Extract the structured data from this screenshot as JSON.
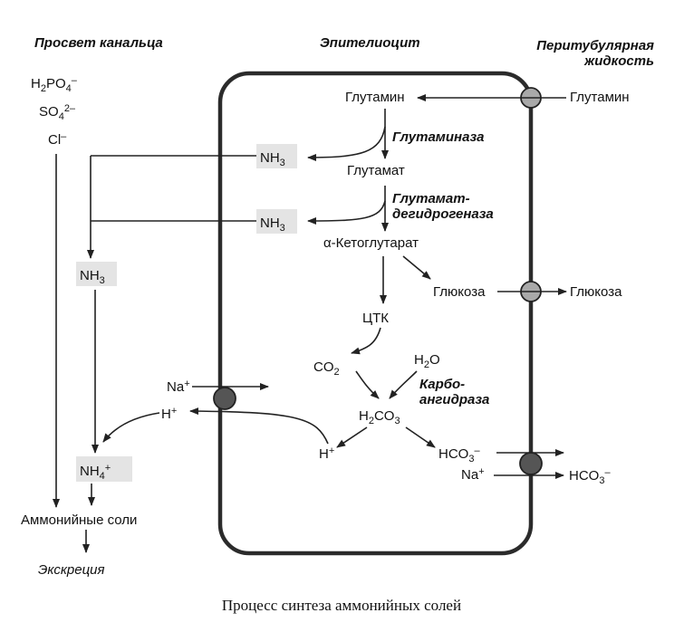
{
  "headers": {
    "lumen": "Просвет канальца",
    "epithelium": "Эпителиоцит",
    "peritubular_1": "Перитубулярная",
    "peritubular_2": "жидкость"
  },
  "lumen_ions": {
    "h2po4": "H2PO4–",
    "so4": "SO42–",
    "cl": "Cl–"
  },
  "molecules": {
    "glutamine_in": "Глутамин",
    "glutamine_out": "Глутамин",
    "glutamate": "Глутамат",
    "ketoglutarate": "α-Кетоглутарат",
    "glucose_in": "Глюкоза",
    "glucose_out": "Глюкоза",
    "tca": "ЦТК",
    "co2": "CO2",
    "h2o": "H2O",
    "h2co3": "H2CO3",
    "h_cell": "H+",
    "hco3_cell": "HCO3–",
    "na_baso": "Na+",
    "hco3_out": "HCO3–",
    "na_apical": "Na+",
    "h_lumen": "H+",
    "nh3_cell_1": "NH3",
    "nh3_cell_2": "NH3",
    "nh3_lumen": "NH3",
    "nh4_lumen": "NH4+",
    "ammonium_salts": "Аммонийные соли",
    "excretion": "Экскреция"
  },
  "enzymes": {
    "glutaminase": "Глутаминаза",
    "gdh_1": "Глутамат-",
    "gdh_2": "дегидрогеназа",
    "ca_1": "Карбо-",
    "ca_2": "ангидраза"
  },
  "caption": "Процесс синтеза аммонийных солей",
  "colors": {
    "channel_light": "#a9a9a9",
    "channel_dark": "#555555",
    "box_fill": "#e4e4e4",
    "stroke": "#222222"
  }
}
